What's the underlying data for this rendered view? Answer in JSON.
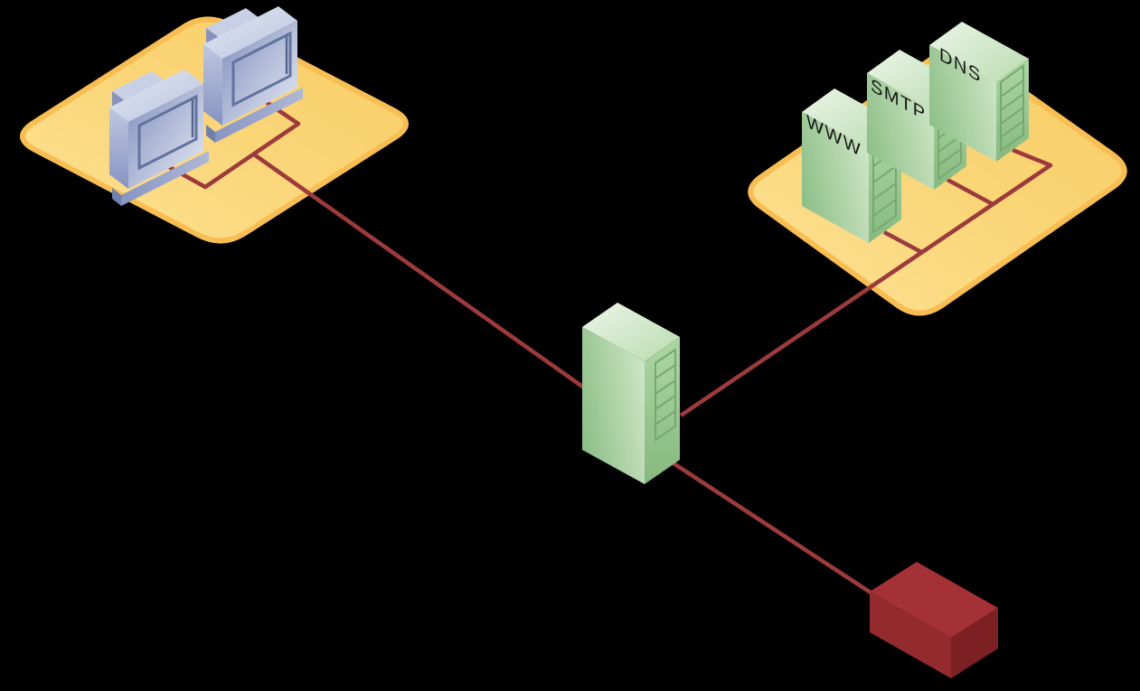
{
  "diagram_title": "network-topology",
  "background_color": "#000000",
  "link_color": "#9C3A3C",
  "label_color": "#161616",
  "zones": {
    "left_lan": {
      "fill_light": "#FCE195",
      "fill_dark": "#F8CC63",
      "border": "#F8BE52"
    },
    "right_lan": {
      "fill_light": "#FCE195",
      "fill_dark": "#F8CC63",
      "border": "#F8BE52"
    }
  },
  "nodes": {
    "workstations": [
      {
        "id": "workstation-1"
      },
      {
        "id": "workstation-2"
      }
    ],
    "servers": [
      {
        "label": "WWW"
      },
      {
        "label": "SMTP"
      },
      {
        "label": "DNS"
      }
    ],
    "gateway_server": {
      "id": "gateway-server"
    },
    "internet_router": {
      "color_top": "#A43136",
      "color_left": "#932A2E",
      "color_right": "#7C2024"
    }
  },
  "palette": {
    "server_green_light": "#ECF5E7",
    "server_green_mid": "#A9D2A0",
    "server_green_dark": "#83B67D",
    "server_slot_line": "#76A871",
    "workstation_blue_light": "#E9ECF5",
    "workstation_blue_mid": "#9AA6CE",
    "workstation_blue_dark": "#7E8EBD",
    "bezel_line": "#63739F"
  }
}
